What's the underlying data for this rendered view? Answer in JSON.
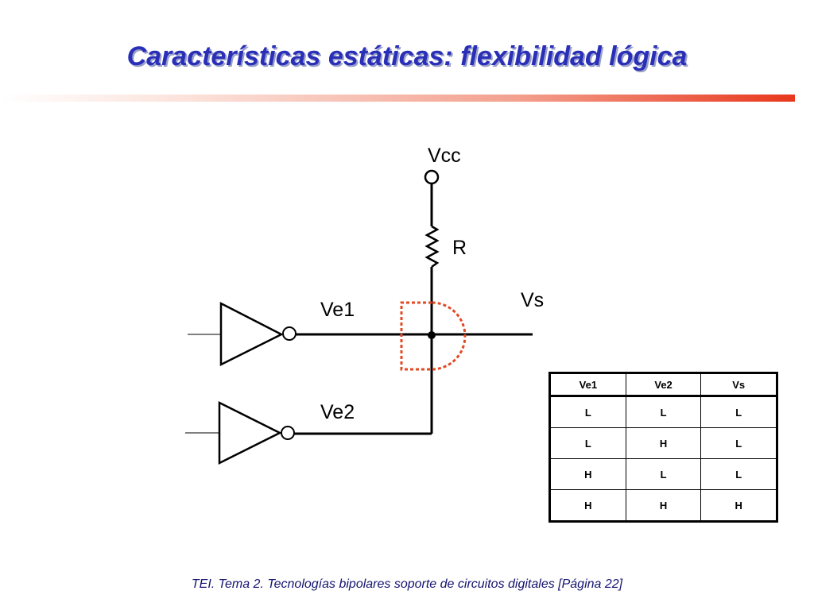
{
  "slide": {
    "title": "Características estáticas: flexibilidad lógica",
    "footer": "TEI. Tema 2. Tecnologías bipolares soporte de circuitos digitales [Página 22]"
  },
  "diagram": {
    "labels": {
      "vcc": "Vcc",
      "resistor": "R",
      "output": "Vs",
      "input1": "Ve1",
      "input2": "Ve2"
    },
    "colors": {
      "wire": "#000000",
      "and_highlight": "#e04a25"
    }
  },
  "truth_table": {
    "headers": [
      "Ve1",
      "Ve2",
      "Vs"
    ],
    "rows": [
      [
        "L",
        "L",
        "L"
      ],
      [
        "L",
        "H",
        "L"
      ],
      [
        "H",
        "L",
        "L"
      ],
      [
        "H",
        "H",
        "H"
      ]
    ]
  }
}
